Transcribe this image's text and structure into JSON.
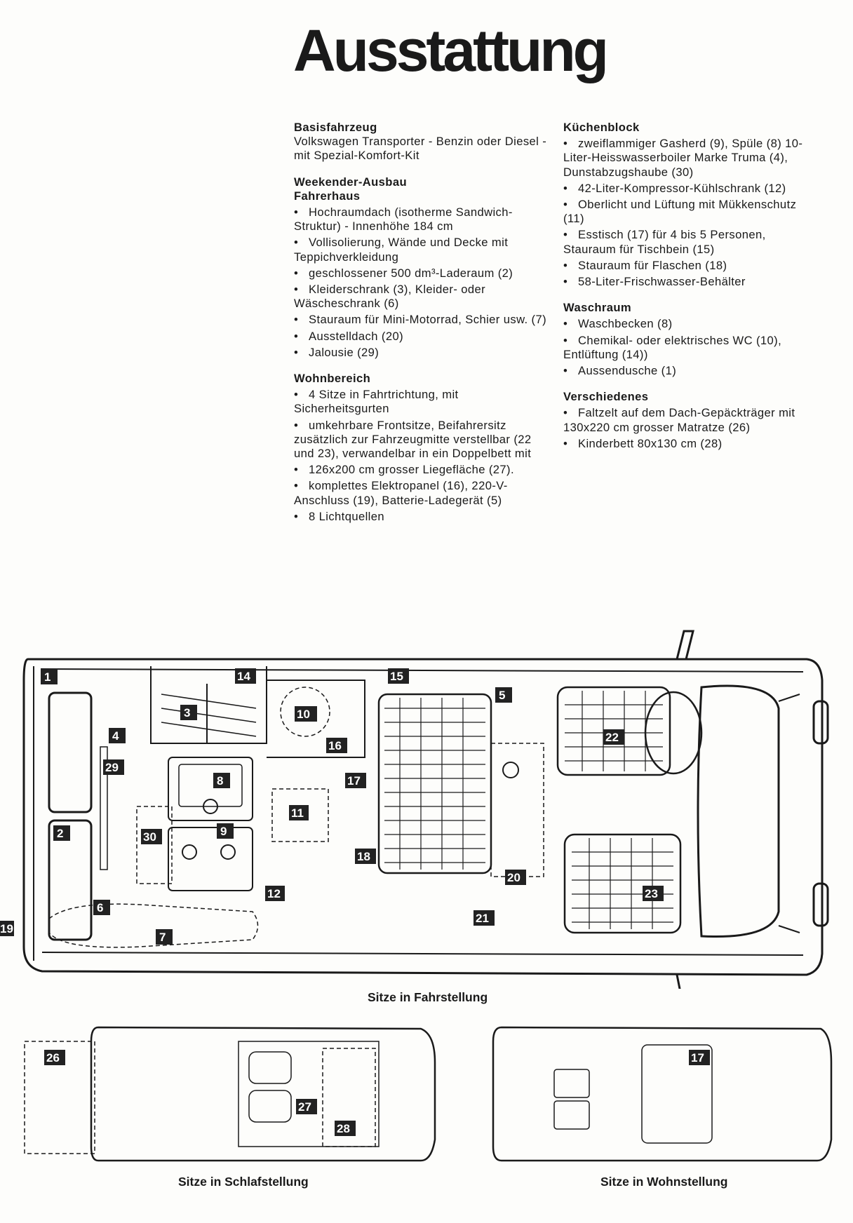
{
  "title": "Ausstattung",
  "sections_left": [
    {
      "heading": "Basisfahrzeug",
      "paragraphs": [
        "Volkswagen Transporter - Benzin oder Diesel - mit Spezial-Komfort-Kit"
      ]
    },
    {
      "heading": "Weekender-Ausbau",
      "subheading": "Fahrerhaus",
      "bullets": [
        "Hochraumdach (isotherme Sandwich-Struktur) - Innenhöhe 184 cm",
        "Vollisolierung, Wände und Decke mit Teppichverkleidung",
        "geschlossener 500 dm³-Laderaum (2)",
        "Kleiderschrank (3), Kleider- oder Wäscheschrank (6)",
        "Stauraum für Mini-Motorrad, Schier usw. (7)",
        "Ausstelldach (20)",
        "Jalousie (29)"
      ]
    },
    {
      "heading": "Wohnbereich",
      "bullets": [
        "4 Sitze in Fahrtrichtung, mit Sicherheitsgurten",
        "umkehrbare Frontsitze, Beifahrersitz zusätzlich zur Fahrzeugmitte verstellbar (22 und 23), verwandelbar in ein Doppelbett mit",
        "126x200 cm grosser Liegefläche (27).",
        "komplettes Elektropanel (16), 220-V-Anschluss (19), Batterie-Ladegerät (5)",
        "8 Lichtquellen"
      ]
    }
  ],
  "sections_right": [
    {
      "heading": "Küchenblock",
      "bullets": [
        "zweiflammiger Gasherd (9), Spüle (8) 10-Liter-Heisswasserboiler Marke Truma (4), Dunstabzugshaube (30)",
        "42-Liter-Kompressor-Kühlschrank (12)",
        "Oberlicht und Lüftung mit Mükkenschutz (11)",
        "Esstisch (17) für 4 bis 5 Personen, Stauraum für Tischbein (15)",
        "Stauraum für Flaschen (18)",
        "58-Liter-Frischwasser-Behälter"
      ]
    },
    {
      "heading": "Waschraum",
      "bullets": [
        "Waschbecken (8)",
        "Chemikal- oder elektrisches WC (10), Entlüftung (14))",
        "Aussendusche (1)"
      ]
    },
    {
      "heading": "Verschiedenes",
      "bullets": [
        "Faltzelt auf dem Dach-Gepäckträger mit 130x220 cm grosser Matratze (26)",
        "Kinderbett 80x130 cm (28)"
      ]
    }
  ],
  "plan_labels": [
    "1",
    "2",
    "3",
    "4",
    "5",
    "6",
    "7",
    "8",
    "9",
    "10",
    "11",
    "12",
    "14",
    "15",
    "16",
    "17",
    "18",
    "19",
    "20",
    "21",
    "22",
    "23",
    "29",
    "30"
  ],
  "small_plan_labels": [
    "26",
    "27",
    "28",
    "17"
  ],
  "captions": {
    "main": "Sitze in Fahrstellung",
    "sleep": "Sitze in Schlafstellung",
    "living": "Sitze in Wohnstellung"
  }
}
